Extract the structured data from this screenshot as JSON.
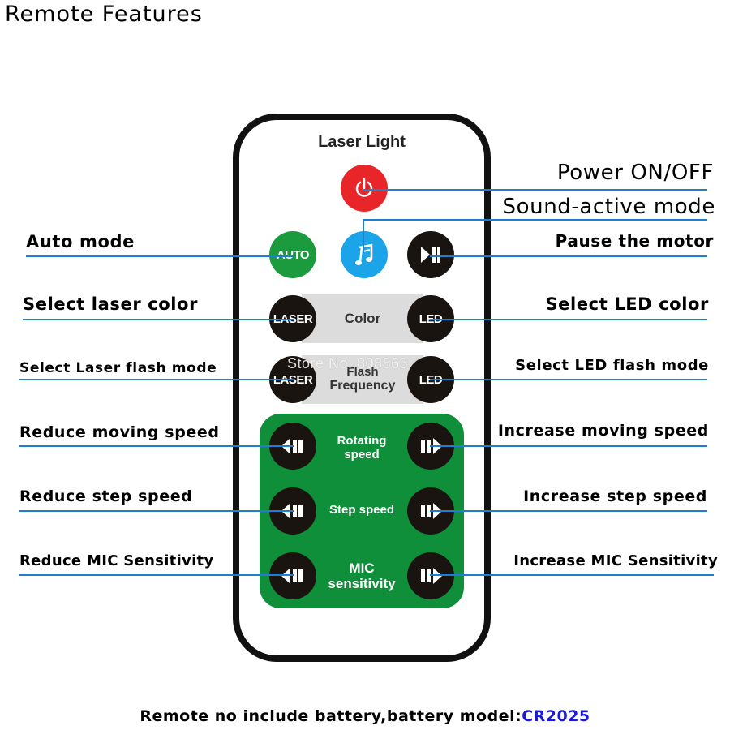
{
  "title": "Remote Features",
  "remote": {
    "brand": "Laser Light",
    "auto_label": "AUTO",
    "laser_label": "LASER",
    "led_label": "LED",
    "color_band": "Color",
    "flash_band_line1": "Flash",
    "flash_band_line2": "Frequency",
    "rotating_line1": "Rotating",
    "rotating_line2": "speed",
    "step_label": "Step speed",
    "mic_line1": "MIC",
    "mic_line2": "sensitivity",
    "watermark": "Store No: 808863"
  },
  "callouts": {
    "power": "Power ON/OFF",
    "sound": "Sound-active mode",
    "auto": "Auto mode",
    "pause": "Pause the motor",
    "laser_color": "Select laser color",
    "led_color": "Select LED color",
    "laser_flash": "Select Laser flash mode",
    "led_flash": "Select LED flash mode",
    "reduce_moving": "Reduce moving speed",
    "increase_moving": "Increase moving speed",
    "reduce_step": "Reduce step speed",
    "increase_step": "Increase step speed",
    "reduce_mic": "Reduce MIC Sensitivity",
    "increase_mic": "Increase MIC Sensitivity"
  },
  "footer": {
    "text": "Remote no include battery,battery model:",
    "model": "CR2025"
  },
  "colors": {
    "power_button": "#e8262a",
    "auto_button": "#1b9a3e",
    "sound_button": "#1ba4e8",
    "green_panel": "#0f8f3a",
    "callout_line": "#1e7fd0",
    "model_text": "#1a1ad6"
  }
}
